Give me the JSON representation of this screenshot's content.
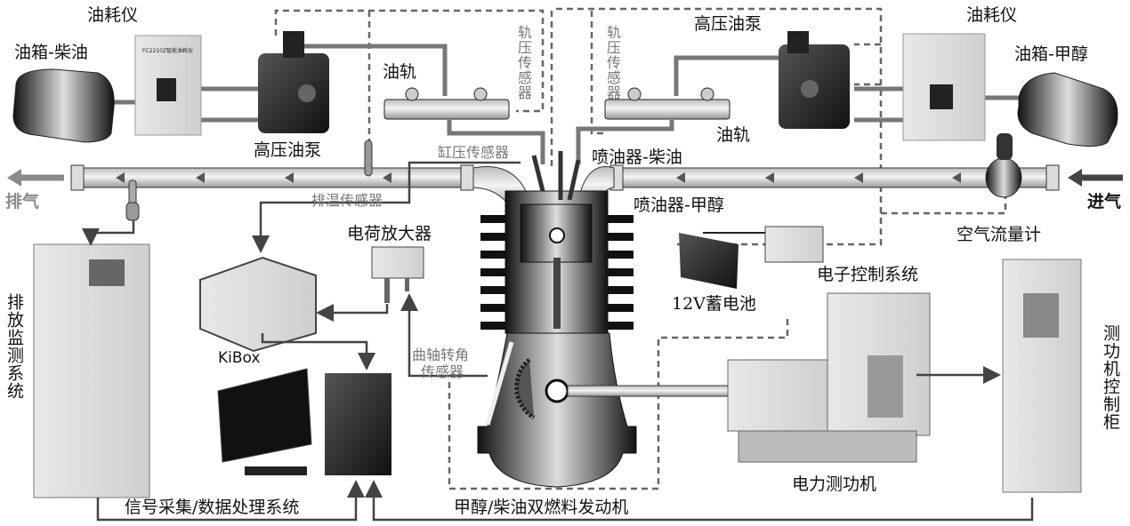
{
  "labels": {
    "fuel_meter_left": "油耗仪",
    "tank_diesel": "油箱-柴油",
    "hp_pump_left": "高压油泵",
    "rail_left": "油轨",
    "rail_sensor_left": "轨压传感器",
    "rail_sensor_right": "轨压传感器",
    "cylinder_sensor": "缸压传感器",
    "exhaust_temp_sensor": "排温传感器",
    "exhaust": "排气",
    "injector_diesel": "喷油器-柴油",
    "injector_methanol": "喷油器-甲醇",
    "hp_pump_right": "高压油泵",
    "fuel_meter_right": "油耗仪",
    "tank_methanol": "油箱-甲醇",
    "intake": "进气",
    "air_flow_meter": "空气流量计",
    "charge_amplifier": "电荷放大器",
    "ecu": "电子控制系统",
    "battery": "12V蓄电池",
    "kibox": "KiBox",
    "emission_system": "排放监测系统",
    "crank_sensor_line1": "曲轴转角",
    "crank_sensor_line2": "传感器",
    "daq_system": "信号采集/数据处理系统",
    "engine": "甲醇/柴油双燃料发动机",
    "dynamometer": "电力测功机",
    "dyno_cabinet": "测功机控制柜"
  },
  "device_text": {
    "fuel_meter_model": "FC2210Z智能油耗仪"
  },
  "colors": {
    "arrow_gray": "#8a8a8a",
    "dashed_line": "#666666",
    "signal_line": "#444444"
  }
}
